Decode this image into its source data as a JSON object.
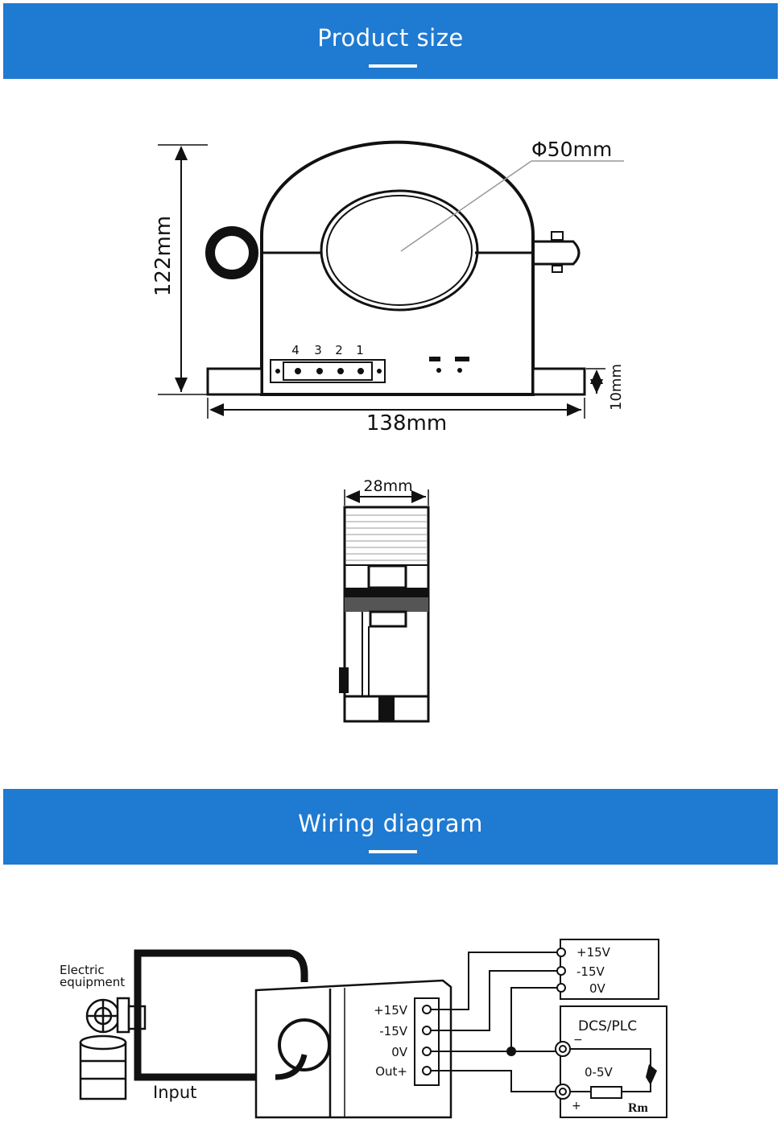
{
  "banners": {
    "product_size": "Product size",
    "wiring": "Wiring diagram"
  },
  "dimensions": {
    "diameter": "Φ50mm",
    "height": "122mm",
    "width": "138mm",
    "base": "10mm",
    "thickness": "28mm",
    "pins": [
      "4",
      "3",
      "2",
      "1"
    ]
  },
  "wiring": {
    "equipment": "Electric\nequipment",
    "equipment_line1": "Electric",
    "equipment_line2": "equipment",
    "input": "Input",
    "sensor_terminals": [
      "+15V",
      "-15V",
      "0V",
      "Out+"
    ],
    "supply_terminals": [
      "+15V",
      "-15V",
      "0V"
    ],
    "dcs_label": "DCS/PLC",
    "output_range": "0-5V",
    "resistor": "Rm",
    "minus": "−",
    "plus": "+"
  }
}
